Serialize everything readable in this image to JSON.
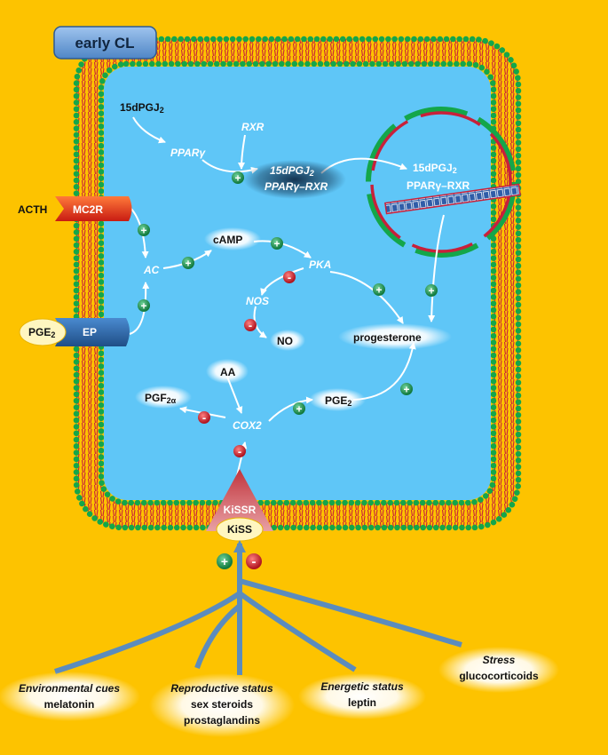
{
  "cell": {
    "title": "early CL"
  },
  "receptors": {
    "mc2r": "MC2R",
    "acth": "ACTH",
    "ep": "EP",
    "pge2_ext_main": "PGE",
    "pge2_ext_sub": "2",
    "kissr": "KiSSR",
    "kiss": "KiSS"
  },
  "molecules": {
    "pgj_main": "15dPGJ",
    "pgj_sub": "2",
    "ppar": "PPARγ",
    "rxr": "RXR",
    "complex_line1_main": "15dPGJ",
    "complex_line1_sub": "2",
    "complex_line2": "PPARγ–RXR",
    "nuc_line1_main": "15dPGJ",
    "nuc_line1_sub": "2",
    "nuc_line2": "PPARγ–RXR",
    "ac": "AC",
    "camp": "cAMP",
    "pka": "PKA",
    "nos": "NOS",
    "no": "NO",
    "progesterone": "progesterone",
    "aa": "AA",
    "cox2": "COX2",
    "pgf_main": "PGF",
    "pgf_sub": "2α",
    "pge2_main": "PGE",
    "pge2_sub": "2"
  },
  "signs": {
    "plus": "+",
    "minus": "-"
  },
  "influences": [
    {
      "title": "Environmental cues",
      "lines": [
        "melatonin"
      ]
    },
    {
      "title": "Reproductive status",
      "lines": [
        "sex steroids",
        "prostaglandins"
      ]
    },
    {
      "title": "Energetic status",
      "lines": [
        "leptin"
      ]
    },
    {
      "title": "Stress",
      "lines": [
        "glucocorticoids"
      ]
    }
  ],
  "colors": {
    "background": "#fdc300",
    "cytoplasm": "#5fc6f7",
    "membrane_head": "#14a64a",
    "membrane_tail": "#c8203a",
    "plus_badge": "#1f8a4c",
    "minus_badge": "#c8202c",
    "receptor_blue": "#2f6fb3",
    "mc2r_red": "#e0301e",
    "tree_stroke": "#5b8cbd"
  }
}
